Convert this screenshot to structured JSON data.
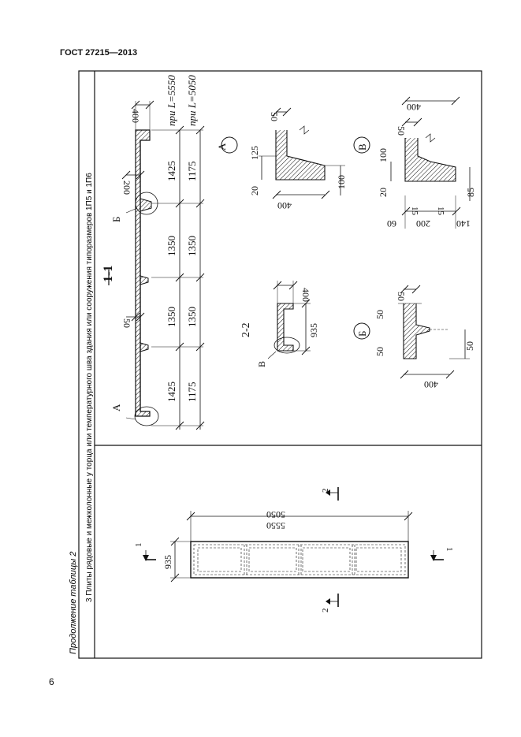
{
  "header": {
    "standard": "ГОСТ 27215—2013"
  },
  "page_number": "6",
  "table": {
    "caption": "Продолжение таблицы 2",
    "row_title": "3 Плиты рядовые и межколонные у торца или температурного шва здания или сооружения типоразмеров 1П5 и 1П6"
  },
  "plan": {
    "dim_width": "935",
    "dim_len_1": "5550",
    "dim_len_2": "5050",
    "section_1": "1",
    "section_2": "2"
  },
  "section_1_1": {
    "title": "1-1",
    "cond_1": "при L=5550",
    "cond_2": "при L=5050",
    "dim_400": "400",
    "dim_200": "200",
    "dim_50": "50",
    "row1": [
      "1425",
      "1350",
      "1350",
      "1425"
    ],
    "row2": [
      "1175",
      "1350",
      "1350",
      "1175"
    ],
    "label_a": "А",
    "label_b": "Б"
  },
  "section_2_2": {
    "title": "2-2",
    "dim_400": "400",
    "dim_935": "935",
    "label_v": "В"
  },
  "detail_a": {
    "label": "А",
    "d50": "50",
    "d125": "125",
    "d20": "20",
    "d400": "400",
    "d100": "100"
  },
  "detail_b": {
    "label": "Б",
    "d50a": "50",
    "d50b": "50",
    "d50c": "50",
    "d50d": "50",
    "d400": "400"
  },
  "detail_v": {
    "label": "В",
    "d400": "400",
    "d50": "50",
    "d100": "100",
    "d20": "20",
    "d85": "85",
    "d15a": "15",
    "d15b": "15",
    "d60": "60",
    "d200": "200",
    "d140": "140"
  }
}
